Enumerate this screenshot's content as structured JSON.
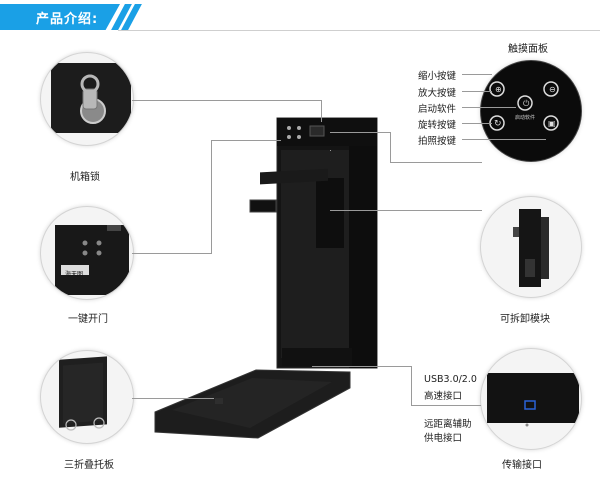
{
  "header": {
    "title": "产品介绍:"
  },
  "callouts": {
    "lock": "机箱锁",
    "one_key_open": "一键开门",
    "tri_fold_tray": "三折叠托板",
    "touch_panel": "触摸面板",
    "detachable_module": "可拆卸模块",
    "transfer_interface": "传输接口",
    "usb": "USB3.0/2.0",
    "usb_sub": "高速接口",
    "remote_power_1": "远距离辅助",
    "remote_power_2": "供电接口"
  },
  "panel_buttons": {
    "zoom_out": "缩小按键",
    "zoom_in": "放大按键",
    "start_software": "启动软件",
    "rotate": "旋转按键",
    "photo": "拍照按键",
    "start_label": "启动软件"
  },
  "brand": {
    "badge": "海天图"
  }
}
